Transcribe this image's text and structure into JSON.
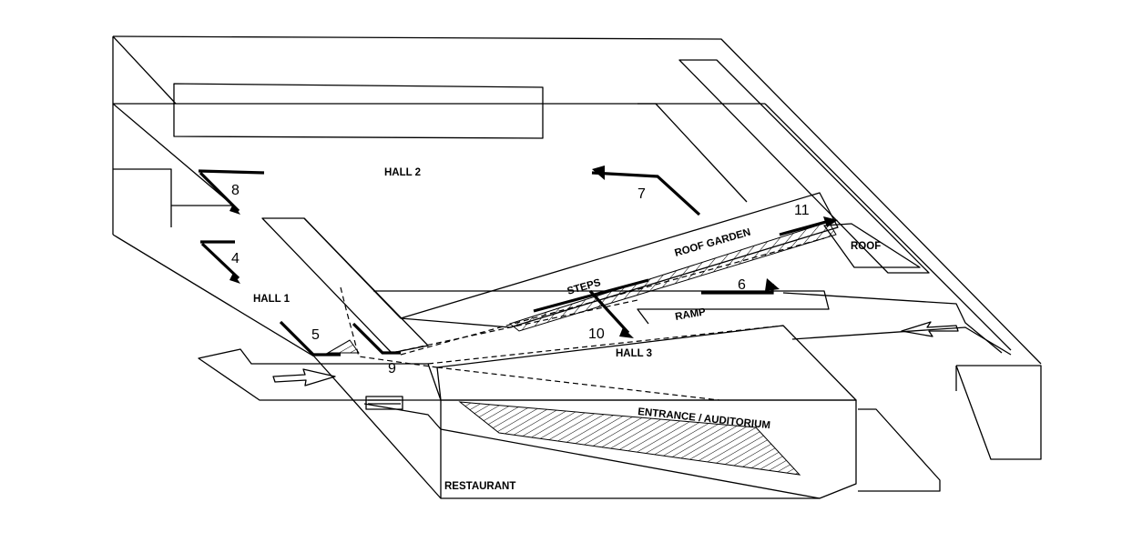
{
  "labels": {
    "hall2": "HALL 2",
    "hall1": "HALL 1",
    "hall3": "HALL 3",
    "roof_garden": "ROOF  GARDEN",
    "roof": "ROOF",
    "steps": "STEPS",
    "ramp": "RAMP",
    "entrance": "ENTRANCE / AUDITORIUM",
    "restaurant": "RESTAURANT"
  },
  "numbers": {
    "n4": "4",
    "n5": "5",
    "n6": "6",
    "n7": "7",
    "n8": "8",
    "n9": "9",
    "n10": "10",
    "n11": "11"
  }
}
